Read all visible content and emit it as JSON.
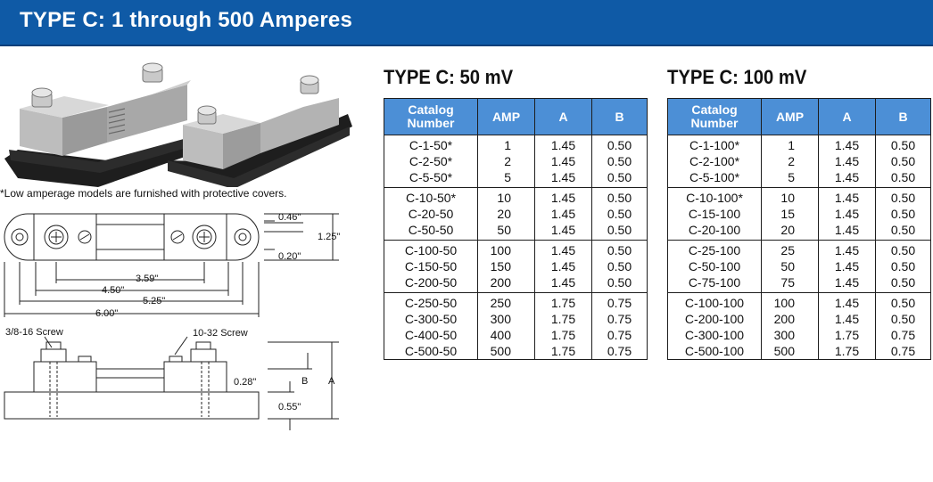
{
  "header": {
    "title": "TYPE C: 1 through 500 Amperes"
  },
  "left": {
    "note": "*Low amperage models are furnished with protective covers.",
    "dims": {
      "d046": "0.46\"",
      "d125": "1.25\"",
      "d020": "0.20\"",
      "d359": "3.59\"",
      "d450": "4.50\"",
      "d525": "5.25\"",
      "d600": "6.00\"",
      "screw_big": "3/8-16 Screw",
      "screw_small": "10-32 Screw",
      "d028": "0.28\"",
      "d055": "0.55\"",
      "b": "B",
      "a": "A"
    }
  },
  "table50": {
    "title": "TYPE C: 50 mV",
    "headers": [
      "Catalog Number",
      "AMP",
      "A",
      "B"
    ],
    "groups": [
      [
        [
          "C-1-50*",
          "1",
          "1.45",
          "0.50"
        ],
        [
          "C-2-50*",
          "2",
          "1.45",
          "0.50"
        ],
        [
          "C-5-50*",
          "5",
          "1.45",
          "0.50"
        ]
      ],
      [
        [
          "C-10-50*",
          "10",
          "1.45",
          "0.50"
        ],
        [
          "C-20-50",
          "20",
          "1.45",
          "0.50"
        ],
        [
          "C-50-50",
          "50",
          "1.45",
          "0.50"
        ]
      ],
      [
        [
          "C-100-50",
          "100",
          "1.45",
          "0.50"
        ],
        [
          "C-150-50",
          "150",
          "1.45",
          "0.50"
        ],
        [
          "C-200-50",
          "200",
          "1.45",
          "0.50"
        ]
      ],
      [
        [
          "C-250-50",
          "250",
          "1.75",
          "0.75"
        ],
        [
          "C-300-50",
          "300",
          "1.75",
          "0.75"
        ],
        [
          "C-400-50",
          "400",
          "1.75",
          "0.75"
        ],
        [
          "C-500-50",
          "500",
          "1.75",
          "0.75"
        ]
      ]
    ]
  },
  "table100": {
    "title": "TYPE C: 100 mV",
    "headers": [
      "Catalog Number",
      "AMP",
      "A",
      "B"
    ],
    "groups": [
      [
        [
          "C-1-100*",
          "1",
          "1.45",
          "0.50"
        ],
        [
          "C-2-100*",
          "2",
          "1.45",
          "0.50"
        ],
        [
          "C-5-100*",
          "5",
          "1.45",
          "0.50"
        ]
      ],
      [
        [
          "C-10-100*",
          "10",
          "1.45",
          "0.50"
        ],
        [
          "C-15-100",
          "15",
          "1.45",
          "0.50"
        ],
        [
          "C-20-100",
          "20",
          "1.45",
          "0.50"
        ]
      ],
      [
        [
          "C-25-100",
          "25",
          "1.45",
          "0.50"
        ],
        [
          "C-50-100",
          "50",
          "1.45",
          "0.50"
        ],
        [
          "C-75-100",
          "75",
          "1.45",
          "0.50"
        ]
      ],
      [
        [
          "C-100-100",
          "100",
          "1.45",
          "0.50"
        ],
        [
          "C-200-100",
          "200",
          "1.45",
          "0.50"
        ],
        [
          "C-300-100",
          "300",
          "1.75",
          "0.75"
        ],
        [
          "C-500-100",
          "500",
          "1.75",
          "0.75"
        ]
      ]
    ]
  }
}
